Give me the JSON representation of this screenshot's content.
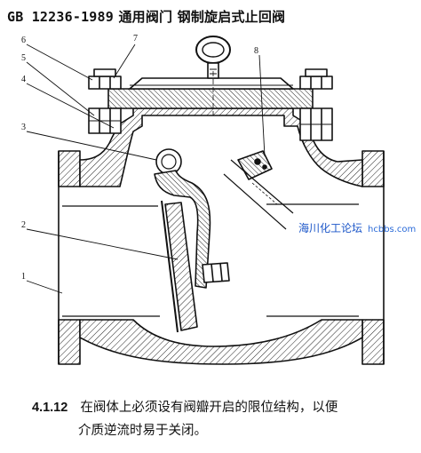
{
  "header": {
    "standard": "GB 12236-1989",
    "title": "通用阀门 钢制旋启式止回阀"
  },
  "callouts": [
    "1",
    "2",
    "3",
    "4",
    "5",
    "6",
    "7",
    "8"
  ],
  "watermark": {
    "text": "海川化工论坛",
    "site": "hcbbs.com"
  },
  "caption": {
    "number": "4.1.12",
    "line1": "在阀体上必须设有阀瓣开启的限位结构，以便",
    "line2": "介质逆流时易于关闭。"
  }
}
